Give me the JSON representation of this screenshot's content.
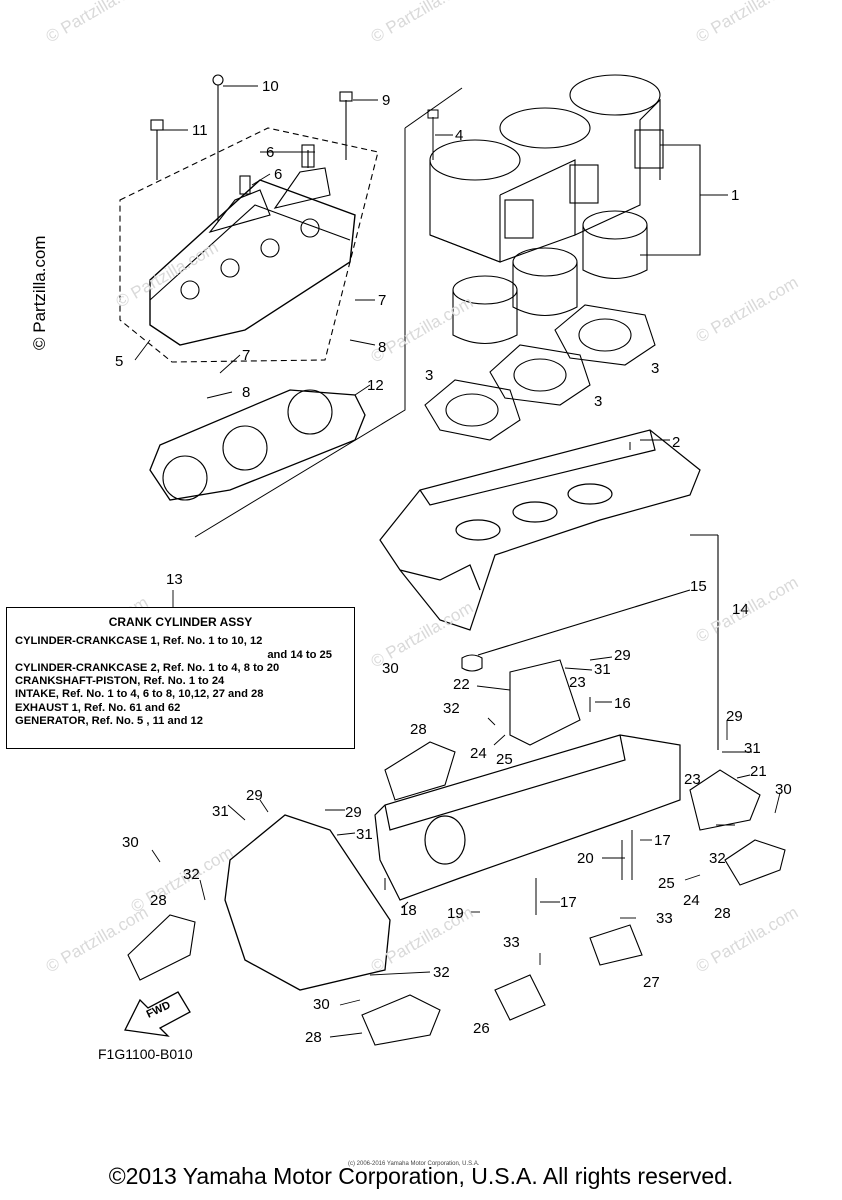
{
  "callouts": [
    "10",
    "9",
    "11",
    "4",
    "6",
    "6",
    "1",
    "7",
    "8",
    "7",
    "8",
    "12",
    "5",
    "3",
    "3",
    "3",
    "2",
    "13",
    "15",
    "14",
    "29",
    "31",
    "30",
    "22",
    "23",
    "16",
    "32",
    "28",
    "24",
    "25",
    "29",
    "31",
    "23",
    "21",
    "30",
    "17",
    "20",
    "25",
    "24",
    "32",
    "28",
    "31",
    "29",
    "29",
    "31",
    "30",
    "32",
    "28",
    "18",
    "19",
    "17",
    "33",
    "33",
    "27",
    "26",
    "32",
    "30",
    "28"
  ],
  "info_box": {
    "title": "CRANK  CYLINDER ASSY",
    "rows": [
      "CYLINDER-CRANKCASE 1, Ref. No. 1 to 10, 12",
      "and 14 to 25",
      "CYLINDER-CRANKCASE 2, Ref. No. 1 to 4, 8 to 20",
      "CRANKSHAFT-PISTON,     Ref. No. 1 to 24",
      "INTAKE,  Ref. No. 1 to 4, 6 to 8, 10,12, 27 and 28",
      "EXHAUST 1,     Ref. No. 61 and 62",
      "GENERATOR,    Ref. No. 5 , 11 and 12"
    ]
  },
  "fwd_label": "FWD",
  "diagram_code": "F1G1100-B010",
  "copyright": "©2013 Yamaha Motor Corporation, U.S.A. All rights reserved.",
  "tiny_credit": "(c) 2006-2016 Yamaha Motor Corporation, U.S.A.",
  "watermark": "© Partzilla.com"
}
